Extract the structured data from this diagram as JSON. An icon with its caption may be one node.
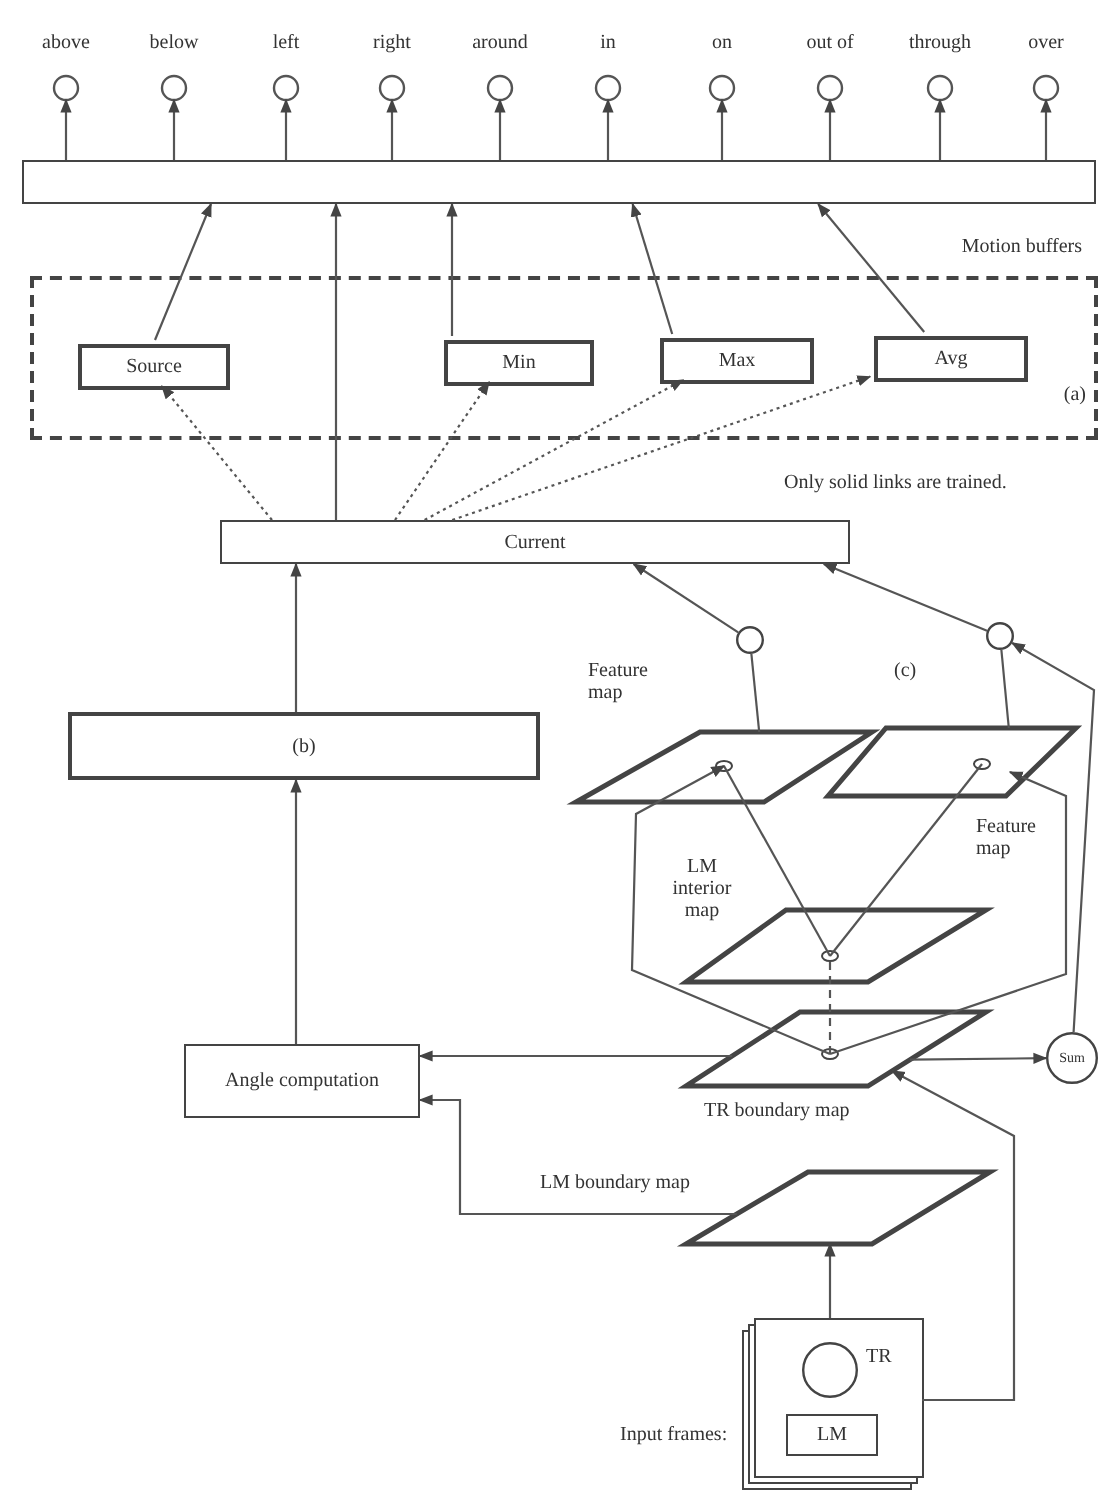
{
  "diagram": {
    "nodes": [
      {
        "text": [
          "above"
        ]
      },
      {
        "text": [
          "below"
        ]
      },
      {
        "text": [
          "left"
        ]
      },
      {
        "text": [
          "right"
        ]
      },
      {
        "text": [
          "around"
        ]
      },
      {
        "text": [
          "in"
        ]
      },
      {
        "text": [
          "on"
        ]
      },
      {
        "text": [
          "out of"
        ]
      },
      {
        "text": [
          "through"
        ]
      },
      {
        "text": [
          "over"
        ]
      },
      {
        "text": [],
        "shape": "box"
      },
      {
        "text": [
          "Motion buffers",
          "(a)"
        ]
      },
      {
        "text": [
          "Source"
        ],
        "in": 11
      },
      {
        "text": [
          "Min"
        ],
        "in": 11
      },
      {
        "text": [
          "Max"
        ],
        "in": 11
      },
      {
        "text": [
          "Avg"
        ],
        "in": 11
      },
      {
        "text": [
          "Current"
        ]
      },
      {
        "text": [
          "(b)"
        ]
      },
      {
        "text": [],
        "shape": "circle"
      },
      {
        "text": [],
        "shape": "circle"
      },
      {
        "text": [
          "Feature map"
        ]
      },
      {
        "text": [
          "Feature map"
        ]
      },
      {
        "text": [
          "LM interior map"
        ]
      },
      {
        "text": [
          "TR boundary map"
        ]
      },
      {
        "text": [
          "Sum"
        ]
      },
      {
        "text": [
          "Angle computation"
        ]
      },
      {
        "text": [
          "LM boundary map"
        ]
      },
      {
        "text": [
          "Input frames:"
        ]
      },
      {
        "text": [
          "TR"
        ],
        "in": 27
      },
      {
        "text": [
          "LM"
        ],
        "in": 27
      }
    ],
    "edges": [
      {
        "from": 10,
        "to": 0,
        "arrow": "to"
      },
      {
        "from": 10,
        "to": 1,
        "arrow": "to"
      },
      {
        "from": 10,
        "to": 2,
        "arrow": "to"
      },
      {
        "from": 10,
        "to": 3,
        "arrow": "to"
      },
      {
        "from": 10,
        "to": 4,
        "arrow": "to"
      },
      {
        "from": 10,
        "to": 5,
        "arrow": "to"
      },
      {
        "from": 10,
        "to": 6,
        "arrow": "to"
      },
      {
        "from": 10,
        "to": 7,
        "arrow": "to"
      },
      {
        "from": 10,
        "to": 8,
        "arrow": "to"
      },
      {
        "from": 10,
        "to": 9,
        "arrow": "to"
      },
      {
        "from": 12,
        "to": 10,
        "arrow": "to"
      },
      {
        "from": 16,
        "to": 10,
        "arrow": "to"
      },
      {
        "from": 13,
        "to": 10,
        "arrow": "to"
      },
      {
        "from": 14,
        "to": 10,
        "arrow": "to"
      },
      {
        "from": 15,
        "to": 10,
        "arrow": "to"
      },
      {
        "from": 16,
        "to": 12,
        "arrow": "to",
        "style": "dashed"
      },
      {
        "from": 16,
        "to": 13,
        "arrow": "to",
        "style": "dashed"
      },
      {
        "from": 16,
        "to": 14,
        "arrow": "to",
        "style": "dashed"
      },
      {
        "from": 16,
        "to": 15,
        "arrow": "to",
        "style": "dashed"
      },
      {
        "from": 17,
        "to": 16,
        "arrow": "to"
      },
      {
        "from": 18,
        "to": 16,
        "arrow": "to"
      },
      {
        "from": 19,
        "to": 16,
        "arrow": "to"
      },
      {
        "from": 20,
        "to": 18,
        "arrow": "none"
      },
      {
        "from": 21,
        "to": 19,
        "arrow": "none"
      },
      {
        "from": 22,
        "to": 20,
        "arrow": "none"
      },
      {
        "from": 22,
        "to": 21,
        "arrow": "none"
      },
      {
        "from": 23,
        "to": 22,
        "arrow": "none",
        "style": "dashed"
      },
      {
        "from": 23,
        "to": 20,
        "arrow": "to"
      },
      {
        "from": 23,
        "to": 21,
        "arrow": "to"
      },
      {
        "from": 23,
        "to": 24,
        "arrow": "to"
      },
      {
        "from": 24,
        "to": 19,
        "arrow": "to"
      },
      {
        "from": 23,
        "to": 25,
        "arrow": "to"
      },
      {
        "from": 26,
        "to": 25,
        "arrow": "to"
      },
      {
        "from": 27,
        "to": 26,
        "arrow": "to"
      },
      {
        "from": 27,
        "to": 23,
        "arrow": "to"
      },
      {
        "from": 25,
        "to": 17,
        "arrow": "to"
      }
    ],
    "labels": [
      "Only solid links are trained.",
      "(c)"
    ]
  }
}
